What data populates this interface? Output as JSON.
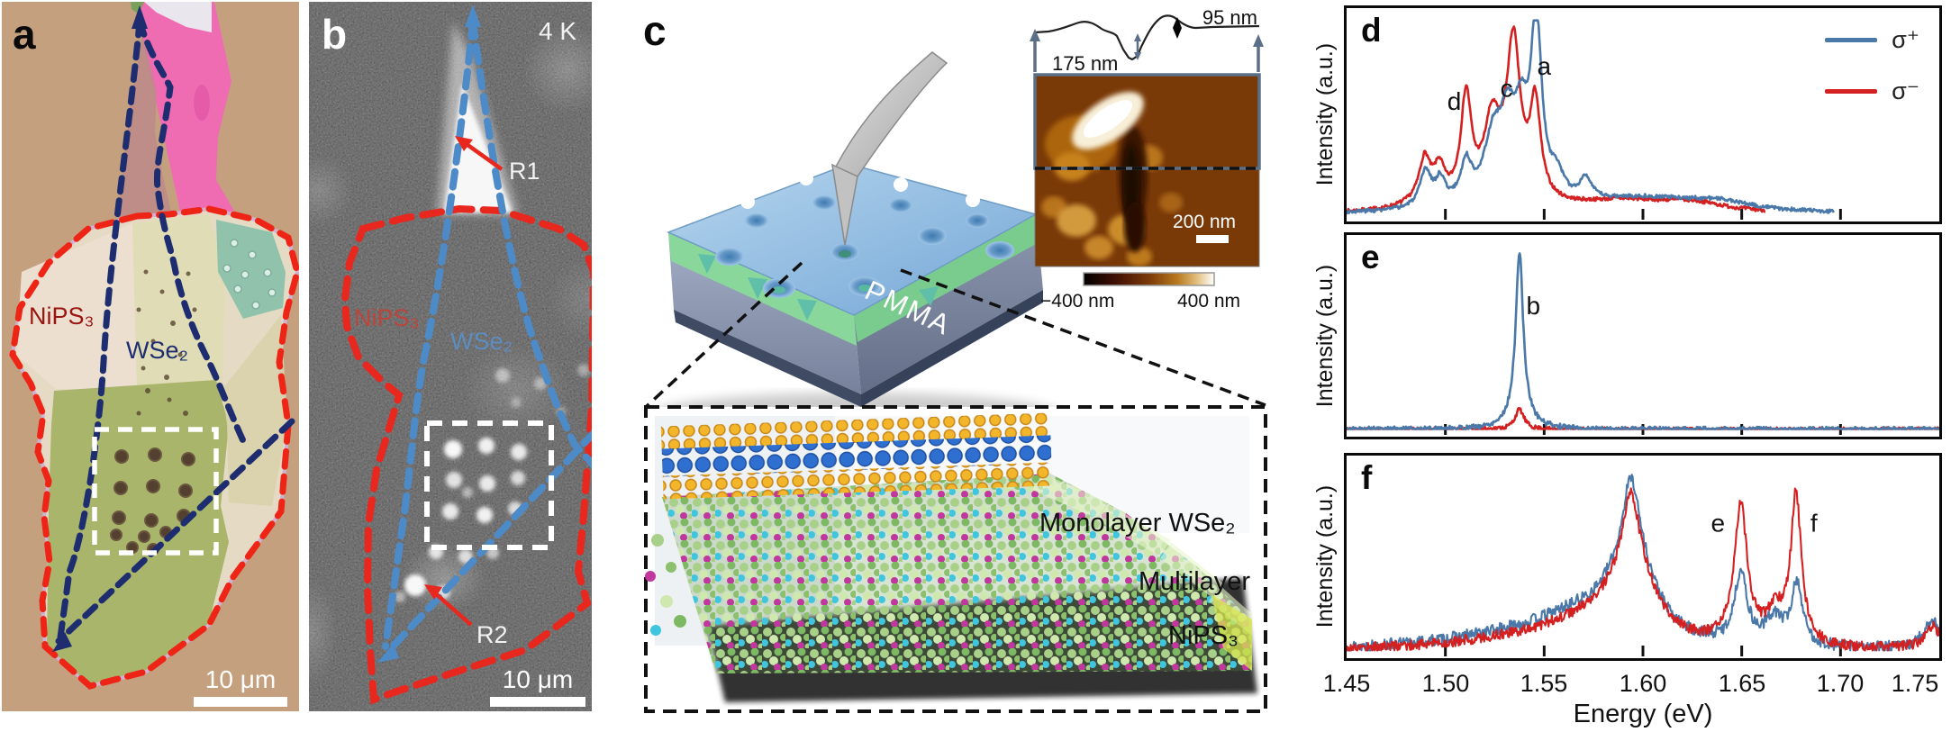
{
  "panel_a": {
    "label": "a",
    "material_1": "NiPS₃",
    "material_2": "WSe₂",
    "scale_bar": "10 μm"
  },
  "panel_b": {
    "label": "b",
    "temperature": "4 K",
    "region_1": "R1",
    "region_2": "R2",
    "material_1": "NiPS₃",
    "material_2": "WSe₂",
    "scale_bar": "10 μm"
  },
  "panel_c": {
    "label": "c",
    "substrate": "PMMA",
    "profile_depth_total": "175 nm",
    "profile_depth_partial": "95 nm",
    "afm_scale_bar": "200 nm",
    "colorbar_min": "−400 nm",
    "colorbar_max": "400 nm",
    "layer_top": "Monolayer WSe₂",
    "layer_bottom_line1": "Multilayer",
    "layer_bottom_line2": "NiPS₃"
  },
  "spectra": {
    "ylabel": "Intensity (a.u.)",
    "xlabel": "Energy (eV)",
    "xticks": [
      "1.45",
      "1.50",
      "1.55",
      "1.60",
      "1.65",
      "1.70",
      "1.75"
    ],
    "panel_labels": [
      "d",
      "e",
      "f"
    ],
    "legend": [
      {
        "label": "σ⁺",
        "color": "#4a78a8"
      },
      {
        "label": "σ⁻",
        "color": "#d42020"
      }
    ]
  },
  "chart_data": [
    {
      "type": "line",
      "panel": "d",
      "xlabel": "Energy (eV)",
      "ylabel": "Intensity (a.u.)",
      "x_range": [
        1.45,
        1.75
      ],
      "grid": false,
      "legend_position": "top-right",
      "annotations": [
        {
          "label": "d",
          "x": 1.5045,
          "y_frac": 0.55
        },
        {
          "label": "c",
          "x": 1.531,
          "y_frac": 0.62
        },
        {
          "label": "a",
          "x": 1.55,
          "y_frac": 0.74
        }
      ],
      "series": [
        {
          "name": "σ⁻",
          "color": "#d42020",
          "noise": 0.01,
          "seed": 7,
          "x_end": 1.662,
          "peaks": [
            [
              1.4895,
              0.21,
              0.0033
            ],
            [
              1.497,
              0.15,
              0.003
            ],
            [
              1.5105,
              0.55,
              0.0032
            ],
            [
              1.5235,
              0.33,
              0.0045
            ],
            [
              1.5345,
              0.78,
              0.004
            ],
            [
              1.5455,
              0.5,
              0.0032
            ],
            [
              1.528,
              0.14,
              0.012
            ],
            [
              1.492,
              0.06,
              0.012
            ],
            [
              1.59,
              0.06,
              0.03
            ],
            [
              1.625,
              0.045,
              0.02
            ]
          ]
        },
        {
          "name": "σ⁺",
          "color": "#4a78a8",
          "noise": 0.01,
          "seed": 3,
          "x_end": 1.697,
          "peaks": [
            [
              1.49,
              0.19,
              0.0035
            ],
            [
              1.4975,
              0.13,
              0.003
            ],
            [
              1.5105,
              0.2,
              0.0033
            ],
            [
              1.524,
              0.26,
              0.005
            ],
            [
              1.5315,
              0.34,
              0.005
            ],
            [
              1.5385,
              0.33,
              0.004
            ],
            [
              1.546,
              0.95,
              0.0032
            ],
            [
              1.5565,
              0.12,
              0.004
            ],
            [
              1.571,
              0.12,
              0.0035
            ],
            [
              1.53,
              0.1,
              0.015
            ],
            [
              1.6,
              0.075,
              0.035
            ],
            [
              1.638,
              0.045,
              0.02
            ]
          ]
        }
      ]
    },
    {
      "type": "line",
      "panel": "e",
      "xlabel": "Energy (eV)",
      "ylabel": "Intensity (a.u.)",
      "x_range": [
        1.45,
        1.75
      ],
      "grid": false,
      "annotations": [
        {
          "label": "b",
          "x": 1.5445,
          "y_frac": 0.65
        }
      ],
      "series": [
        {
          "name": "σ⁻",
          "color": "#d42020",
          "noise": 0.012,
          "seed": 11,
          "peaks": [
            [
              1.5375,
              0.115,
              0.0028
            ]
          ]
        },
        {
          "name": "σ⁺",
          "color": "#4a78a8",
          "noise": 0.015,
          "seed": 5,
          "peaks": [
            [
              1.5375,
              0.92,
              0.0022
            ],
            [
              1.5375,
              0.1,
              0.006
            ]
          ]
        }
      ]
    },
    {
      "type": "line",
      "panel": "f",
      "xlabel": "Energy (eV)",
      "ylabel": "Intensity (a.u.)",
      "x_range": [
        1.45,
        1.75
      ],
      "grid": false,
      "annotations": [
        {
          "label": "e",
          "x": 1.638,
          "y_frac": 0.67
        },
        {
          "label": "f",
          "x": 1.6865,
          "y_frac": 0.67
        }
      ],
      "series": [
        {
          "name": "σ⁺",
          "color": "#4a78a8",
          "noise": 0.034,
          "seed": 13,
          "peaks": [
            [
              1.594,
              0.58,
              0.0055
            ],
            [
              1.5875,
              0.22,
              0.014
            ],
            [
              1.601,
              0.2,
              0.011
            ],
            [
              1.566,
              0.13,
              0.025
            ],
            [
              1.535,
              0.07,
              0.045
            ],
            [
              1.6495,
              0.4,
              0.0038
            ],
            [
              1.6665,
              0.15,
              0.0055
            ],
            [
              1.678,
              0.35,
              0.0033
            ],
            [
              1.7465,
              0.17,
              0.005
            ]
          ]
        },
        {
          "name": "σ⁻",
          "color": "#d42020",
          "noise": 0.03,
          "seed": 17,
          "peaks": [
            [
              1.594,
              0.53,
              0.0055
            ],
            [
              1.5875,
              0.2,
              0.014
            ],
            [
              1.601,
              0.18,
              0.011
            ],
            [
              1.568,
              0.1,
              0.025
            ],
            [
              1.54,
              0.05,
              0.045
            ],
            [
              1.6495,
              0.78,
              0.004
            ],
            [
              1.667,
              0.17,
              0.0055
            ],
            [
              1.6775,
              0.84,
              0.0032
            ],
            [
              1.7465,
              0.13,
              0.005
            ]
          ]
        }
      ]
    }
  ]
}
